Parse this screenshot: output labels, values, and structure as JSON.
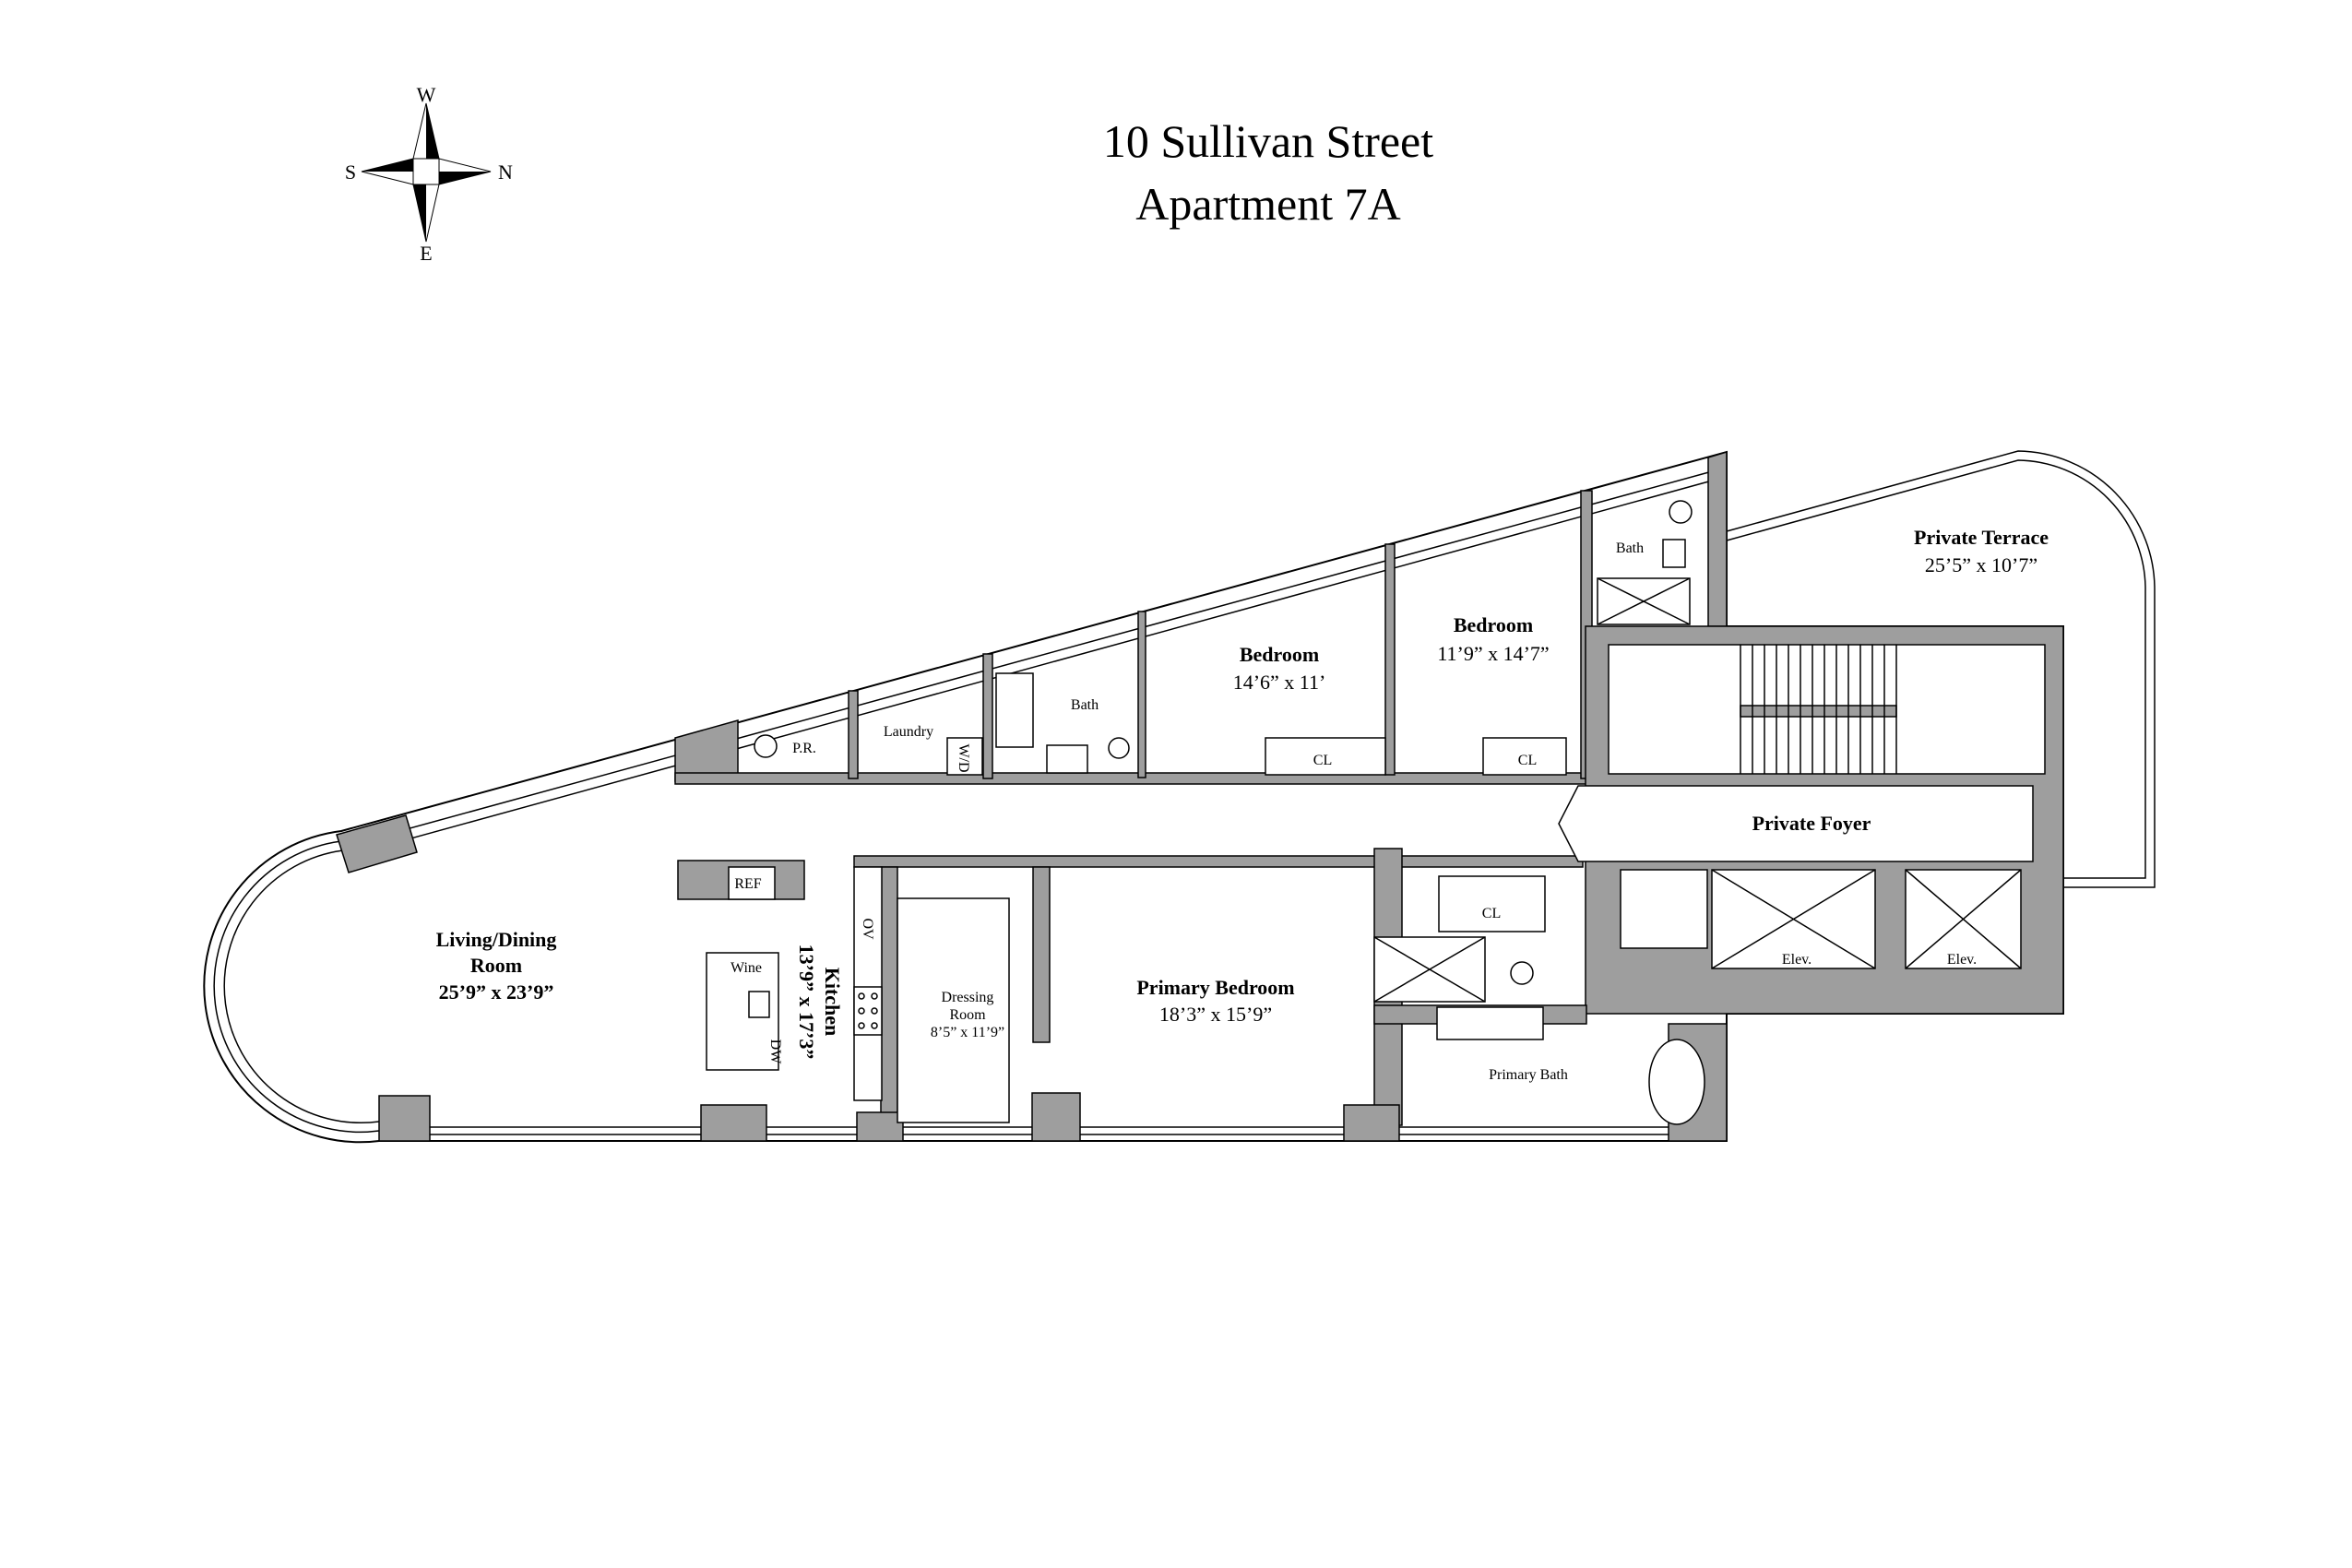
{
  "title": {
    "line1": "10 Sullivan Street",
    "line2": "Apartment 7A"
  },
  "compass": {
    "top": "W",
    "left": "S",
    "right": "N",
    "bottom": "E"
  },
  "colors": {
    "wall": "#9e9e9e",
    "line": "#000000",
    "background": "#ffffff"
  },
  "rooms": {
    "living": {
      "name1": "Living/Dining",
      "name2": "Room",
      "dims": "25’9” x 23’9”"
    },
    "kitchen": {
      "name": "Kitchen",
      "dims": "13’9” x 17’3”"
    },
    "dressing": {
      "name1": "Dressing",
      "name2": "Room",
      "dims": "8’5” x 11’9”"
    },
    "primary_bedroom": {
      "name": "Primary Bedroom",
      "dims": "18’3” x 15’9”"
    },
    "primary_bath": {
      "name": "Primary Bath"
    },
    "bedroom1": {
      "name": "Bedroom",
      "dims": "14’6” x 11’"
    },
    "bedroom2": {
      "name": "Bedroom",
      "dims": "11’9” x 14’7”"
    },
    "bath1": {
      "name": "Bath"
    },
    "bath2": {
      "name": "Bath"
    },
    "laundry": {
      "name": "Laundry"
    },
    "powder": {
      "name": "P.R."
    },
    "foyer": {
      "name": "Private Foyer"
    },
    "terrace": {
      "name": "Private Terrace",
      "dims": "25’5” x 10’7”"
    },
    "elev1": {
      "name": "Elev."
    },
    "elev2": {
      "name": "Elev."
    }
  },
  "fixtures": {
    "ref": "REF",
    "wine": "Wine",
    "oven": "OV",
    "dishwasher": "DW",
    "washer_dryer": "W/D",
    "closet1": "CL",
    "closet2": "CL",
    "closet3": "CL"
  }
}
